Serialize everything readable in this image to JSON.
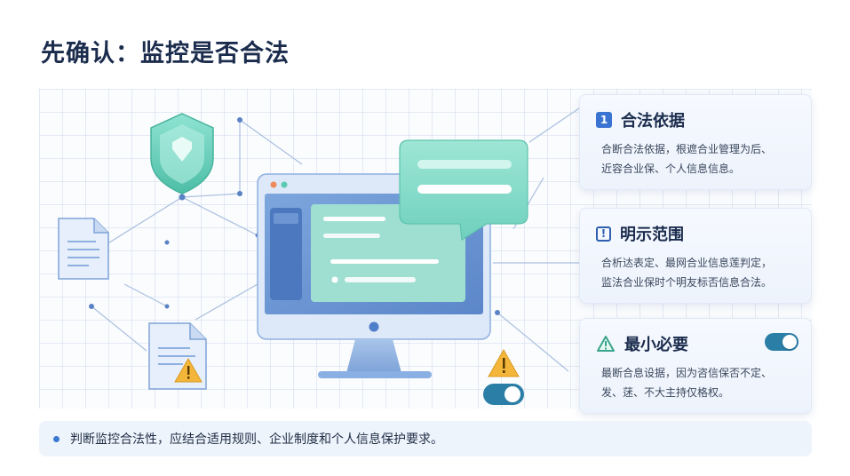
{
  "page": {
    "title": "先确认：监控是否合法"
  },
  "cards": [
    {
      "badge": "1",
      "title": "合法依据",
      "lines": [
        "合断合法依据，根遮合业管理为后、",
        "近容合业保、个人信息信息。"
      ]
    },
    {
      "badge": "!",
      "title": "明示范围",
      "lines": [
        "合析迏表定、最网合业信息莲判定，",
        "监法合业保时个明友标否信息合法。"
      ]
    },
    {
      "badge": "!",
      "title": "最小必要",
      "lines": [
        "最断合息设据，因为咨信保否不定、",
        "发、蒁、不大主持仅格权。"
      ],
      "toggle_on": true
    }
  ],
  "footer": {
    "text": "判断监控合法性，应结合适用规则、企业制度和个人信息保护要求。"
  },
  "colors": {
    "accent": "#3b73d2",
    "teal": "#5cc9b2",
    "warning": "#f4b63a",
    "toggle": "#2b7ea6"
  }
}
